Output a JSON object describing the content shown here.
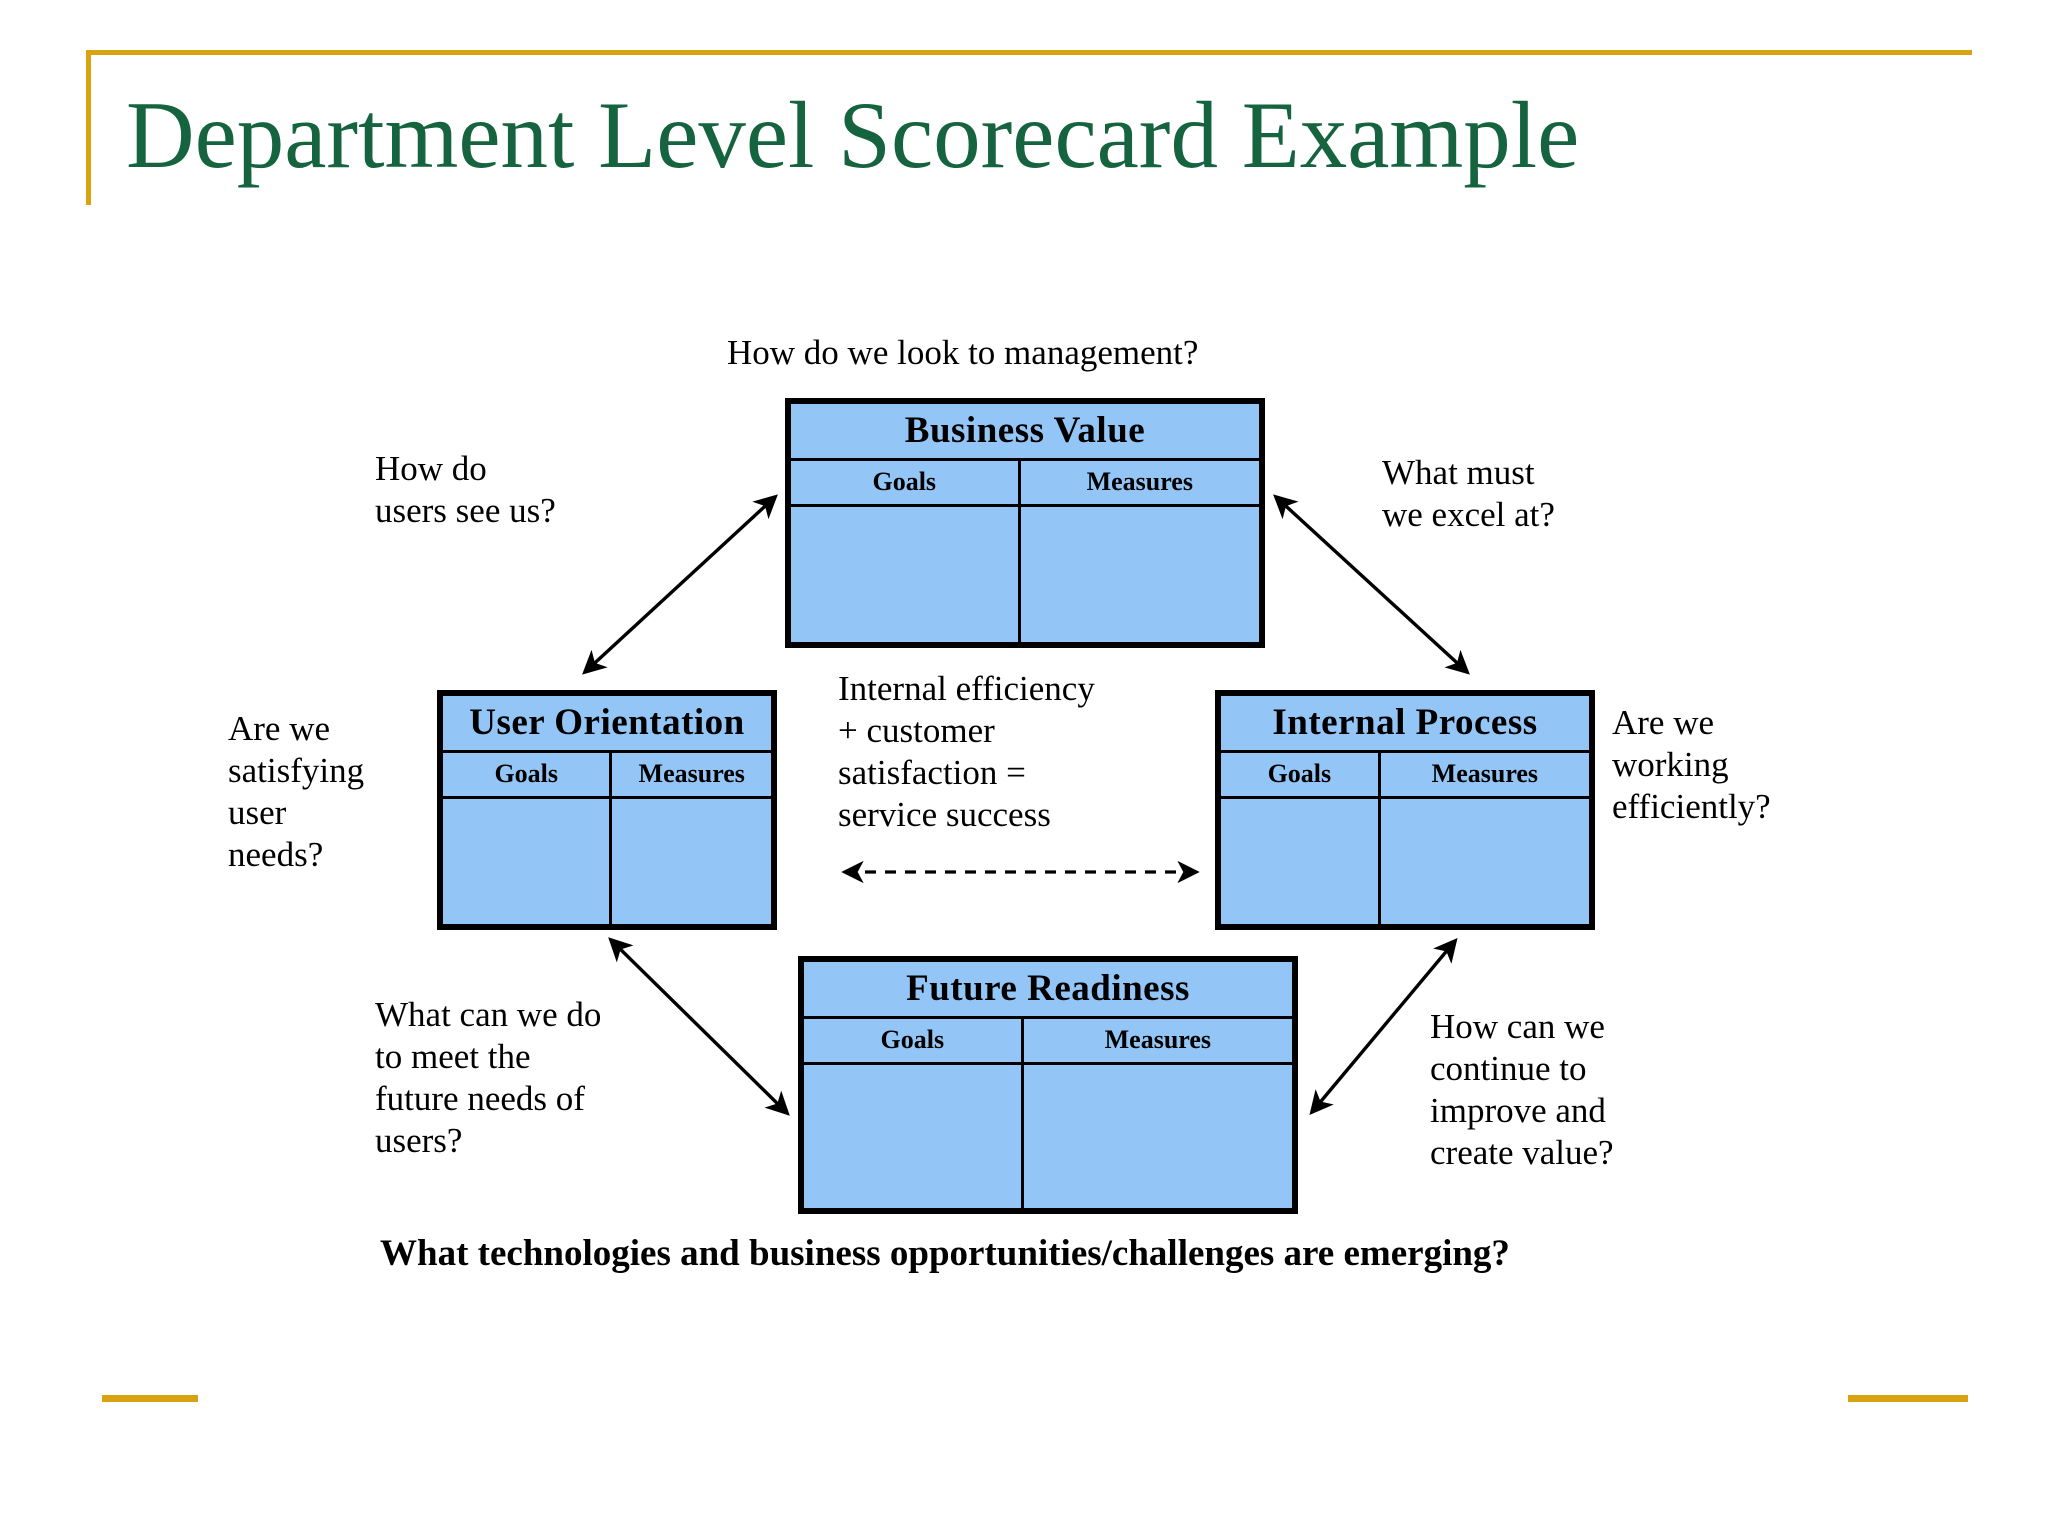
{
  "slide": {
    "title": "Department Level Scorecard Example",
    "accent_color": "#D9A211",
    "title_color": "#16633F",
    "box_fill_color": "#93C6F7",
    "box_border_color": "#000000"
  },
  "diagram": {
    "type": "balanced-scorecard",
    "column_headers": [
      "Goals",
      "Measures"
    ],
    "boxes": [
      {
        "id": "business-value",
        "title": "Business Value",
        "columns": [
          "Goals",
          "Measures"
        ],
        "rows": [
          [
            "",
            ""
          ]
        ]
      },
      {
        "id": "user-orientation",
        "title": "User Orientation",
        "columns": [
          "Goals",
          "Measures"
        ],
        "rows": [
          [
            "",
            ""
          ]
        ]
      },
      {
        "id": "internal-process",
        "title": "Internal Process",
        "columns": [
          "Goals",
          "Measures"
        ],
        "rows": [
          [
            "",
            ""
          ]
        ]
      },
      {
        "id": "future-readiness",
        "title": "Future Readiness",
        "columns": [
          "Goals",
          "Measures"
        ],
        "rows": [
          [
            "",
            ""
          ]
        ]
      }
    ],
    "labels": {
      "top": "How do we look to management?",
      "top_left": "How do\nusers see us?",
      "top_right": "What must\nwe excel at?",
      "left": "Are we\nsatisfying\nuser\nneeds?",
      "right": "Are we\nworking\nefficiently?",
      "center": "Internal efficiency\n+ customer\nsatisfaction =\nservice success",
      "bottom_left": "What can we do\nto meet the\nfuture needs of\nusers?",
      "bottom_right": "How can we\ncontinue to\nimprove and\ncreate value?",
      "bottom": "What technologies and business opportunities/challenges are emerging?"
    },
    "connectors": [
      {
        "name": "business-value-to-user-orientation",
        "style": "solid",
        "heads": "both"
      },
      {
        "name": "business-value-to-internal-process",
        "style": "solid",
        "heads": "both"
      },
      {
        "name": "user-orientation-to-internal-process",
        "style": "dashed",
        "heads": "both"
      },
      {
        "name": "user-orientation-to-future-readiness",
        "style": "solid",
        "heads": "both"
      },
      {
        "name": "internal-process-to-future-readiness",
        "style": "solid",
        "heads": "both"
      }
    ]
  }
}
